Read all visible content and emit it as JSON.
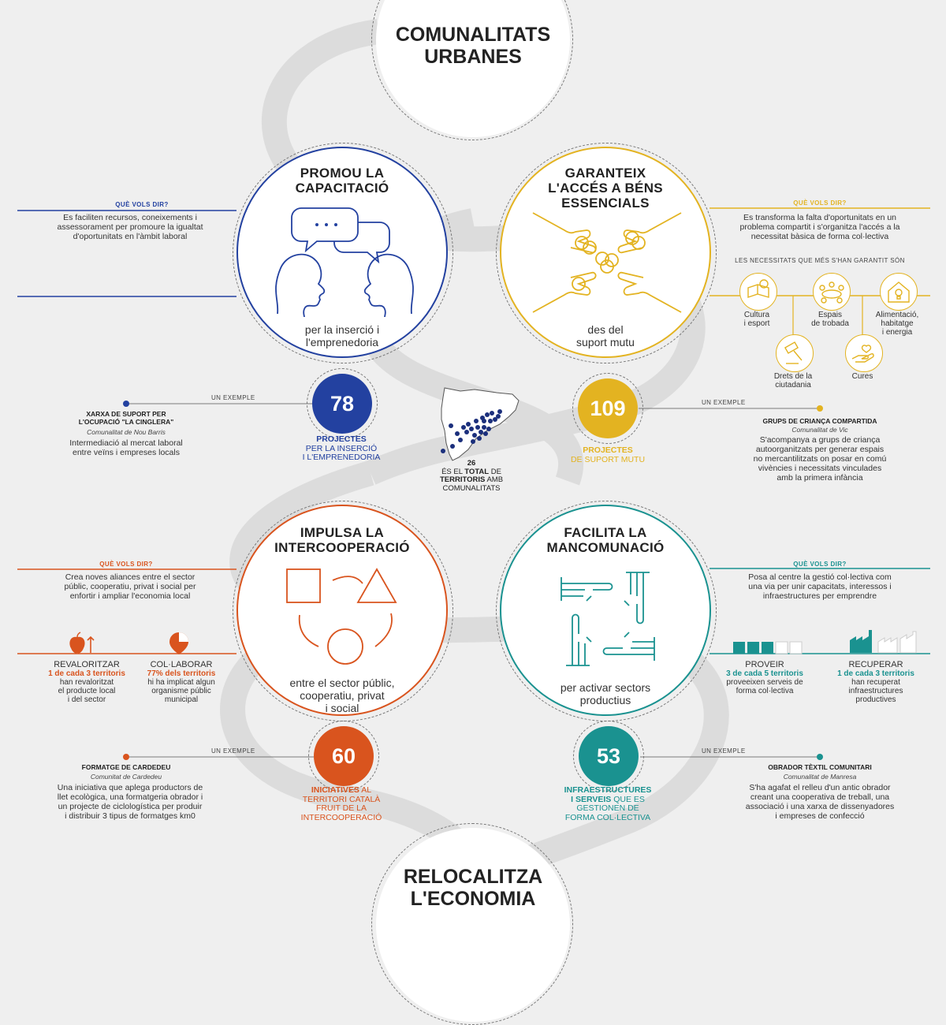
{
  "colors": {
    "blue": "#2341a0",
    "yellow": "#e3b321",
    "orange": "#d9541e",
    "teal": "#1a9290",
    "dark": "#222222",
    "gray_track": "#dcdcdc"
  },
  "header": {
    "line1": "COMUNALITATS",
    "line2": "URBANES"
  },
  "footer": {
    "line1": "RELOCALITZA",
    "line2": "L'ECONOMIA"
  },
  "capacitacio": {
    "title1": "PROMOU LA",
    "title2": "CAPACITACIÓ",
    "sub1": "per la inserció i",
    "sub2": "l'emprenedoria",
    "question": "QUÈ VOLS DIR?",
    "desc1": "Es faciliten recursos, coneixements i",
    "desc2": "assessorament per promoure la igualtat",
    "desc3": "d'oportunitats en l'àmbit laboral",
    "number": "78",
    "num_label1": "PROJECTES",
    "num_label2": "PER LA INSERCIÓ",
    "num_label3": "I L'EMPRENEDORIA",
    "example": "UN EXEMPLE",
    "ex_title1": "XARXA DE SUPORT PER",
    "ex_title2": "L'OCUPACIÓ \"LA CINGLERA\"",
    "ex_sub": "Comunalitat de Nou Barris",
    "ex_desc1": "Intermediació al mercat laboral",
    "ex_desc2": "entre veïns i empreses locals",
    "icon": "speech-bubbles-heads-icon"
  },
  "bens": {
    "title1": "GARANTEIX",
    "title2": "L'ACCÉS A BÉNS",
    "title3": "ESSENCIALS",
    "sub1": "des del",
    "sub2": "suport mutu",
    "question": "QUÈ VOLS DIR?",
    "desc1": "Es transforma la falta d'oportunitats en un",
    "desc2": "problema compartit i s'organitza l'accés a la",
    "desc3": "necessitat bàsica de forma col·lectiva",
    "needs_title": "LES NECESSITATS QUE MÉS S'HAN GARANTIT SÓN",
    "needs": [
      {
        "l1": "Cultura",
        "l2": "i esport",
        "l3": "",
        "icon": "book-ball-icon"
      },
      {
        "l1": "Espais",
        "l2": "de trobada",
        "l3": "",
        "icon": "meeting-table-icon"
      },
      {
        "l1": "Alimentació,",
        "l2": "habitatge",
        "l3": "i energia",
        "icon": "house-bulb-icon"
      },
      {
        "l1": "Drets de la",
        "l2": "ciutadania",
        "l3": "",
        "icon": "gavel-icon"
      },
      {
        "l1": "Cures",
        "l2": "",
        "l3": "",
        "icon": "caring-hand-icon"
      }
    ],
    "number": "109",
    "num_label1": "PROJECTES",
    "num_label2": "DE SUPORT MUTU",
    "example": "UN EXEMPLE",
    "ex_title1": "GRUPS DE CRIANÇA COMPARTIDA",
    "ex_sub": "Comunalitat de Vic",
    "ex_desc": [
      "S'acompanya a grups de criança",
      "autoorganitzats per generar espais",
      "no mercantilitzats on posar en comú",
      "vivències i necessitats vinculades",
      "amb la primera infància"
    ],
    "icon": "hands-coins-icon"
  },
  "map": {
    "line1_num": "26",
    "line2a": "ÉS EL ",
    "line2b": "TOTAL",
    "line2c": " DE",
    "line3a": "TERRITORIS",
    "line3b": " AMB",
    "line4": "COMUNALITATS",
    "icon": "catalonia-map-icon"
  },
  "intercoop": {
    "title1": "IMPULSA LA",
    "title2": "INTERCOOPERACIÓ",
    "sub1": "entre el sector públic,",
    "sub2": "cooperatiu, privat",
    "sub3": "i social",
    "question": "QUÈ VOLS DIR?",
    "desc1": "Crea noves aliances entre el sector",
    "desc2": "públic, cooperatiu, privat i social per",
    "desc3": "enfortir i ampliar l'economia local",
    "stat1": {
      "head": "REVALORITZAR",
      "hl": "1 de cada 3 territoris",
      "l1": "han revaloritzat",
      "l2": "el producte local",
      "l3": "i del sector"
    },
    "stat2": {
      "head": "COL·LABORAR",
      "hl": "77% dels territoris",
      "l1": "hi ha implicat algun",
      "l2": "organisme públic",
      "l3": "municipal"
    },
    "number": "60",
    "num_label1a": "INICIATIVES",
    "num_label1b": " AL",
    "num_label2": "TERRITORI CATALÀ",
    "num_label3": "FRUIT DE LA",
    "num_label4": "INTERCOOPERACIÓ",
    "example": "UN EXEMPLE",
    "ex_title1": "FORMATGE DE CARDEDEU",
    "ex_sub": "Comunitat de Cardedeu",
    "ex_desc": [
      "Una iniciativa que aplega productors de",
      "llet ecològica, una formatgeria obrador i",
      "un projecte de ciclologística per produir",
      "i distribuir 3 tipus de formatges km0"
    ],
    "icon": "shapes-cycle-icon"
  },
  "mancom": {
    "title1": "FACILITA LA",
    "title2": "MANCOMUNACIÓ",
    "sub1": "per activar sectors",
    "sub2": "productius",
    "question": "QUÈ VOLS DIR?",
    "desc1": "Posa al centre la gestió col·lectiva com",
    "desc2": "una via per unir capacitats, interessos i",
    "desc3": "infraestructures per emprendre",
    "stat1": {
      "head": "PROVEIR",
      "hl": "3 de cada 5 territoris",
      "l1": "proveeixen serveis de",
      "l2": "forma col·lectiva",
      "filled": 0.6
    },
    "stat2": {
      "head": "RECUPERAR",
      "hl": "1 de cada 3 territoris",
      "l1": "han recuperat",
      "l2": "infraestructures",
      "l3": "productives",
      "filled": 0.33
    },
    "number": "53",
    "num_label1": "INFRAESTRUCTURES",
    "num_label2a": "I SERVEIS",
    "num_label2b": " QUE ES",
    "num_label3": "GESTIONEN DE",
    "num_label4": "FORMA COL·LECTIVA",
    "example": "UN EXEMPLE",
    "ex_title1": "OBRADOR TÈXTIL COMUNITARI",
    "ex_sub": "Comunalitat de Manresa",
    "ex_desc": [
      "S'ha agafat el relleu d'un antic obrador",
      "creant una cooperativa de treball, una",
      "associació i una xarxa de dissenyadores",
      "i empreses de confecció"
    ],
    "icon": "linked-hands-icon"
  }
}
